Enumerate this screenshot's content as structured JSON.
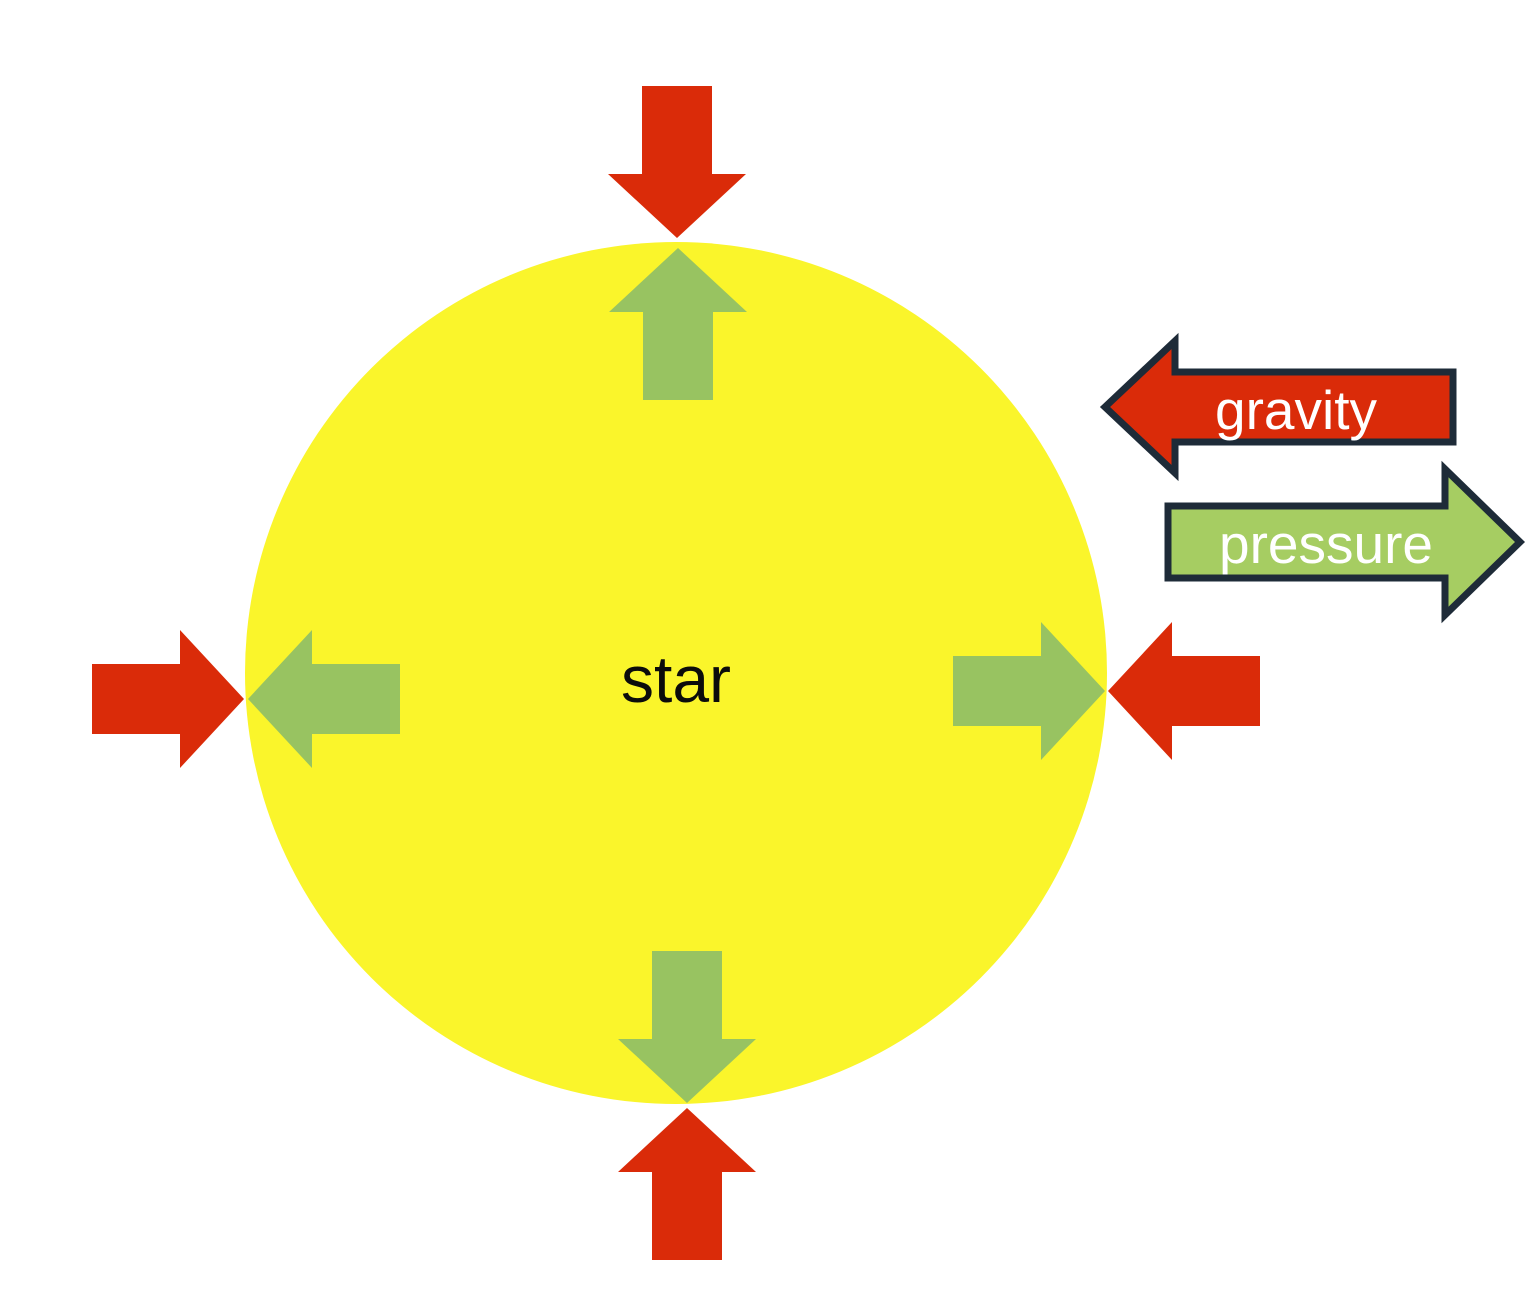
{
  "diagram": {
    "title": "star gravity-pressure balance diagram",
    "star_label": "star",
    "legend": {
      "gravity_label": "gravity",
      "pressure_label": "pressure"
    },
    "arrows": {
      "gravity_count": "4",
      "pressure_count": "4",
      "gravity_direction": "inward",
      "pressure_direction": "outward"
    }
  },
  "colors": {
    "background": "#ffffff",
    "star_yellow": "#FAF52B",
    "gravity_red": "#DA2B09",
    "pressure_green_inner": "#98C361",
    "legend_pressure_green": "#A6CD62",
    "outline_navy": "#1E2B38",
    "star_text": "#0b0b0b",
    "legend_text": "#FFFFFF"
  }
}
